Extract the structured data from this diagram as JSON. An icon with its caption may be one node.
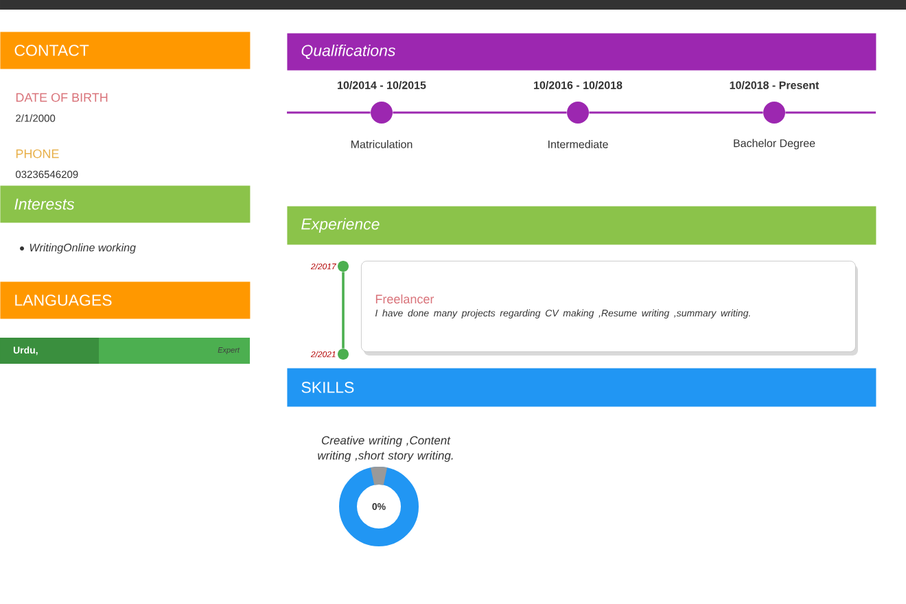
{
  "diagram": {
    "nodes": [
      {
        "text": [
          "CONTACT"
        ]
      },
      {
        "text": [
          "Interests"
        ]
      },
      {
        "text": [
          "LANGUAGES"
        ]
      },
      {
        "text": [
          "Urdu,",
          "Expert"
        ]
      },
      {
        "text": [
          "Qualifications"
        ]
      },
      {
        "text": [],
        "shape": "circle",
        "beside": [
          "10/2014 - 10/2015",
          "Matriculation"
        ]
      },
      {
        "text": [],
        "shape": "circle",
        "beside": [
          "10/2016 - 10/2018",
          "Intermediate"
        ]
      },
      {
        "text": [],
        "shape": "circle",
        "beside": [
          "10/2018 - Present",
          "Bachelor Degree"
        ]
      },
      {
        "text": [
          "Experience"
        ]
      },
      {
        "text": [],
        "shape": "circle",
        "beside": [
          "2/2017"
        ]
      },
      {
        "text": [],
        "shape": "circle",
        "beside": [
          "2/2021"
        ]
      },
      {
        "text": [
          "Freelancer",
          "I have done many projects regarding CV making ,Resume writing ,summary writing."
        ]
      },
      {
        "text": [
          "SKILLS"
        ]
      },
      {
        "text": [
          "0%"
        ],
        "beside": [
          "Creative writing ,Content writing ,short story writing."
        ]
      }
    ],
    "edges": [
      {
        "from": 5,
        "to": 6,
        "arrow": "none"
      },
      {
        "from": 6,
        "to": 7,
        "arrow": "none"
      },
      {
        "from": 9,
        "to": 10,
        "arrow": "none",
        "color": "#4caf50"
      }
    ],
    "labels": [
      "DATE OF BIRTH",
      "2/1/2000",
      "PHONE",
      "03236546209",
      "WritingOnline working"
    ]
  }
}
